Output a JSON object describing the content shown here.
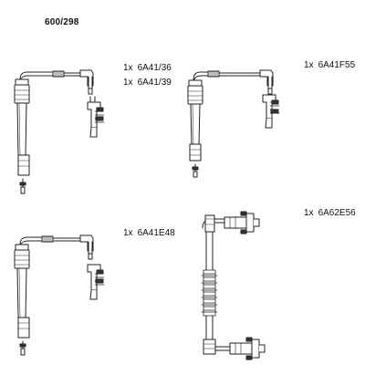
{
  "header": {
    "part_number": "600/298"
  },
  "components": [
    {
      "qty": "1x",
      "code": "6A41/36"
    },
    {
      "qty": "1x",
      "code": "6A41/39"
    },
    {
      "qty": "1x",
      "code": "6A41F55"
    },
    {
      "qty": "1x",
      "code": "6A41E48"
    },
    {
      "qty": "1x",
      "code": "6A62E56"
    }
  ],
  "colors": {
    "line": "#222222",
    "fill": "#ffffff",
    "hatch": "#555555"
  },
  "icons": [
    "spark-plug-cable-long",
    "spark-plug-cable-short",
    "boot-connector",
    "terminal-clip"
  ]
}
